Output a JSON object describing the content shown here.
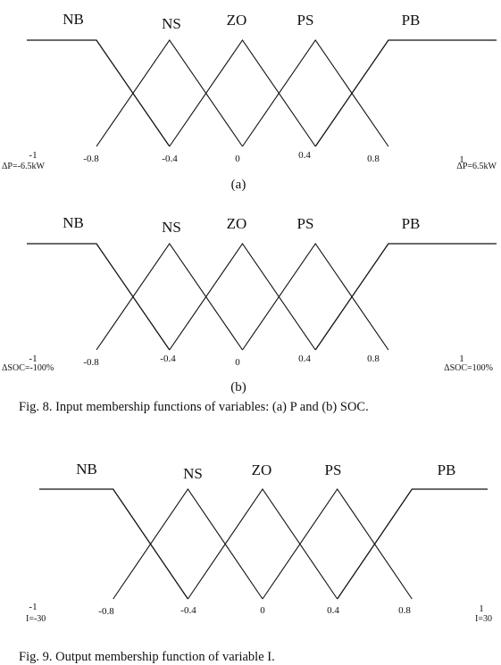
{
  "charts": [
    {
      "sets": [
        "NB",
        "NS",
        "ZO",
        "PS",
        "PB"
      ],
      "ticks": [
        "-1",
        "-0.8",
        "-0.4",
        "0",
        "0.4",
        "0.8",
        "1"
      ],
      "left_var": "ΔP=-6.5kW",
      "right_var": "ΔP=6.5kW",
      "sublabel": "(a)"
    },
    {
      "sets": [
        "NB",
        "NS",
        "ZO",
        "PS",
        "PB"
      ],
      "ticks": [
        "-1",
        "-0.8",
        "-0.4",
        "0",
        "0.4",
        "0.8",
        "1"
      ],
      "left_var": "ΔSOC=-100%",
      "right_var": "ΔSOC=100%",
      "sublabel": "(b)"
    },
    {
      "sets": [
        "NB",
        "NS",
        "ZO",
        "PS",
        "PB"
      ],
      "ticks": [
        "-1",
        "-0.8",
        "-0.4",
        "0",
        "0.4",
        "0.8",
        "1"
      ],
      "left_var": "I=-30",
      "right_var": "I=30",
      "sublabel": ""
    }
  ],
  "captions": {
    "fig8": "Fig. 8.  Input membership functions of variables: (a)  P and (b)  SOC.",
    "fig9": "Fig. 9.  Output membership function of variable  I."
  },
  "chart_data": [
    {
      "type": "line",
      "xlim": [
        -1,
        1
      ],
      "ylim": [
        0,
        1
      ],
      "series": [
        {
          "name": "NB",
          "x": [
            -1,
            -0.8,
            -0.4
          ],
          "y": [
            1,
            1,
            0
          ]
        },
        {
          "name": "NS",
          "x": [
            -0.8,
            -0.4,
            0
          ],
          "y": [
            0,
            1,
            0
          ]
        },
        {
          "name": "ZO",
          "x": [
            -0.4,
            0,
            0.4
          ],
          "y": [
            0,
            1,
            0
          ]
        },
        {
          "name": "PS",
          "x": [
            0,
            0.4,
            0.8
          ],
          "y": [
            0,
            1,
            0
          ]
        },
        {
          "name": "PB",
          "x": [
            0.4,
            0.8,
            1
          ],
          "y": [
            0,
            1,
            1
          ]
        }
      ]
    },
    {
      "type": "line",
      "xlim": [
        -1,
        1
      ],
      "ylim": [
        0,
        1
      ],
      "series": [
        {
          "name": "NB",
          "x": [
            -1,
            -0.8,
            -0.4
          ],
          "y": [
            1,
            1,
            0
          ]
        },
        {
          "name": "NS",
          "x": [
            -0.8,
            -0.4,
            0
          ],
          "y": [
            0,
            1,
            0
          ]
        },
        {
          "name": "ZO",
          "x": [
            -0.4,
            0,
            0.4
          ],
          "y": [
            0,
            1,
            0
          ]
        },
        {
          "name": "PS",
          "x": [
            0,
            0.4,
            0.8
          ],
          "y": [
            0,
            1,
            0
          ]
        },
        {
          "name": "PB",
          "x": [
            0.4,
            0.8,
            1
          ],
          "y": [
            0,
            1,
            1
          ]
        }
      ]
    },
    {
      "type": "line",
      "xlim": [
        -1,
        1
      ],
      "ylim": [
        0,
        1
      ],
      "series": [
        {
          "name": "NB",
          "x": [
            -1,
            -0.8,
            -0.4
          ],
          "y": [
            1,
            1,
            0
          ]
        },
        {
          "name": "NS",
          "x": [
            -0.8,
            -0.4,
            0
          ],
          "y": [
            0,
            1,
            0
          ]
        },
        {
          "name": "ZO",
          "x": [
            -0.4,
            0,
            0.4
          ],
          "y": [
            0,
            1,
            0
          ]
        },
        {
          "name": "PS",
          "x": [
            0,
            0.4,
            0.8
          ],
          "y": [
            0,
            1,
            0
          ]
        },
        {
          "name": "PB",
          "x": [
            0.4,
            0.8,
            1
          ],
          "y": [
            0,
            1,
            1
          ]
        }
      ]
    }
  ]
}
